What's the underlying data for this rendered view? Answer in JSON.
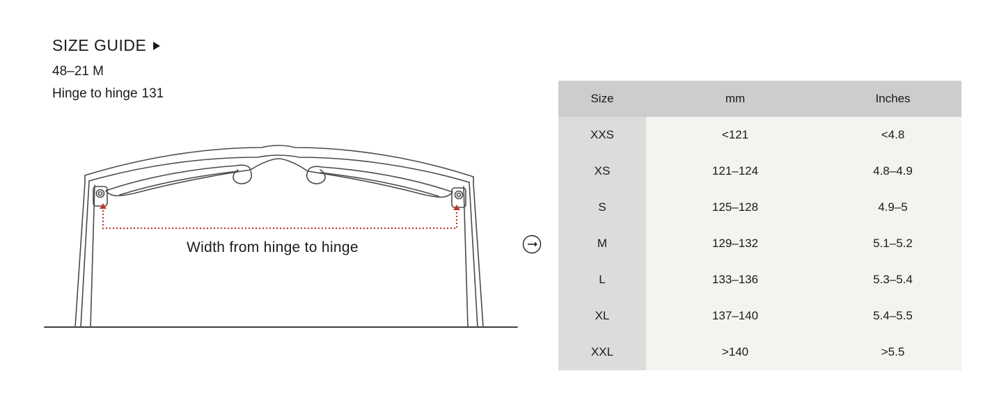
{
  "guide": {
    "title": "SIZE GUIDE",
    "model": "48–21 M",
    "hinge_label": "Hinge to hinge",
    "hinge_value": "131"
  },
  "diagram": {
    "label": "Width from hinge to hinge",
    "accent_color": "#c0392b",
    "line_color": "#4a4a4a"
  },
  "table": {
    "headers": [
      "Size",
      "mm",
      "Inches"
    ],
    "rows": [
      [
        "XXS",
        "<121",
        "<4.8"
      ],
      [
        "XS",
        "121–124",
        "4.8–4.9"
      ],
      [
        "S",
        "125–128",
        "4.9–5"
      ],
      [
        "M",
        "129–132",
        "5.1–5.2"
      ],
      [
        "L",
        "133–136",
        "5.3–5.4"
      ],
      [
        "XL",
        "137–140",
        "5.4–5.5"
      ],
      [
        "XXL",
        ">140",
        ">5.5"
      ]
    ]
  },
  "icons": {
    "title_arrow": "play-triangle-icon",
    "table_pointer": "arrow-right-circle-icon"
  }
}
